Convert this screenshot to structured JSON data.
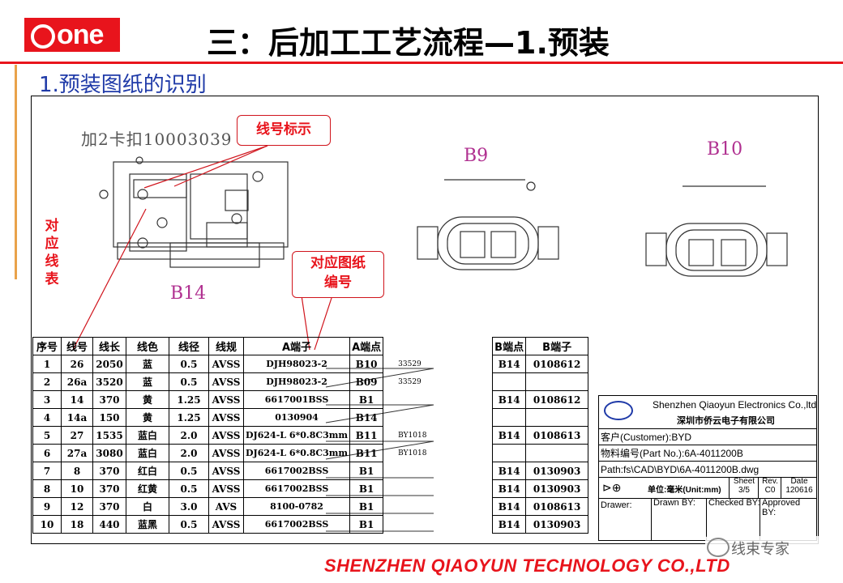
{
  "header": {
    "logo_text": "one",
    "title": "三：后加工工艺流程—1.预装",
    "subtitle": "1.预装图纸的识别"
  },
  "drawing": {
    "part_note": "加2卡扣10003039",
    "connectors": [
      {
        "label": "B14"
      },
      {
        "label": "B9"
      },
      {
        "label": "B10"
      }
    ],
    "callouts": {
      "wire_mark": "线号标示",
      "drawing_number": "对应图纸\n编号",
      "wire_table": "对应线表"
    }
  },
  "wire_table": {
    "headers": [
      "序号",
      "线号",
      "线长",
      "线色",
      "线径",
      "线规",
      "A端子",
      "A端点",
      "",
      "B端点",
      "B端子"
    ],
    "rows": [
      {
        "seq": "1",
        "wire": "26",
        "length": "2050",
        "color": "蓝",
        "gauge": "0.5",
        "type": "AVSS",
        "a_term": "DJH98023-2",
        "a_pt": "B10",
        "mid": "33529",
        "b_pt": "B14",
        "b_term": "0108612"
      },
      {
        "seq": "2",
        "wire": "26a",
        "length": "3520",
        "color": "蓝",
        "gauge": "0.5",
        "type": "AVSS",
        "a_term": "DJH98023-2",
        "a_pt": "B09",
        "mid": "33529",
        "b_pt": "",
        "b_term": ""
      },
      {
        "seq": "3",
        "wire": "14",
        "length": "370",
        "color": "黄",
        "gauge": "1.25",
        "type": "AVSS",
        "a_term": "6617001BSS",
        "a_pt": "B1",
        "mid": "",
        "b_pt": "B14",
        "b_term": "0108612"
      },
      {
        "seq": "4",
        "wire": "14a",
        "length": "150",
        "color": "黄",
        "gauge": "1.25",
        "type": "AVSS",
        "a_term": "0130904",
        "a_pt": "B14",
        "mid": "",
        "b_pt": "",
        "b_term": ""
      },
      {
        "seq": "5",
        "wire": "27",
        "length": "1535",
        "color": "蓝白",
        "gauge": "2.0",
        "type": "AVSS",
        "a_term": "DJ624-L 6*0.8C3mm",
        "a_pt": "B11",
        "mid": "BY1018",
        "b_pt": "B14",
        "b_term": "0108613"
      },
      {
        "seq": "6",
        "wire": "27a",
        "length": "3080",
        "color": "蓝白",
        "gauge": "2.0",
        "type": "AVSS",
        "a_term": "DJ624-L 6*0.8C3mm",
        "a_pt": "B11",
        "mid": "BY1018",
        "b_pt": "",
        "b_term": ""
      },
      {
        "seq": "7",
        "wire": "8",
        "length": "370",
        "color": "红白",
        "gauge": "0.5",
        "type": "AVSS",
        "a_term": "6617002BSS",
        "a_pt": "B1",
        "mid": "",
        "b_pt": "B14",
        "b_term": "0130903"
      },
      {
        "seq": "8",
        "wire": "10",
        "length": "370",
        "color": "红黄",
        "gauge": "0.5",
        "type": "AVSS",
        "a_term": "6617002BSS",
        "a_pt": "B1",
        "mid": "",
        "b_pt": "B14",
        "b_term": "0130903"
      },
      {
        "seq": "9",
        "wire": "12",
        "length": "370",
        "color": "白",
        "gauge": "3.0",
        "type": "AVS",
        "a_term": "8100-0782",
        "a_pt": "B1",
        "mid": "",
        "b_pt": "B14",
        "b_term": "0108613"
      },
      {
        "seq": "10",
        "wire": "18",
        "length": "440",
        "color": "蓝黑",
        "gauge": "0.5",
        "type": "AVSS",
        "a_term": "6617002BSS",
        "a_pt": "B1",
        "mid": "",
        "b_pt": "B14",
        "b_term": "0130903"
      }
    ]
  },
  "title_block": {
    "company_en": "Shenzhen Qiaoyun Electronics Co.,ltd",
    "company_cn": "深圳市侨云电子有限公司",
    "customer": "客户(Customer):BYD",
    "part_no": "物料编号(Part No.):6A-4011200B",
    "path": "Path:fs\\CAD\\BYD\\6A-4011200B.dwg",
    "unit": "单位:毫米(Unit:mm)",
    "sheet_label": "Sheet",
    "sheet": "3/5",
    "rev_label": "Rev.",
    "rev": "C0",
    "date_label": "Date",
    "date": "120616",
    "drawer": "Drawer:",
    "drawn_by": "Drawn BY:",
    "checked_by": "Checked BY:",
    "approved_by": "Approved BY:"
  },
  "footer": {
    "company": "SHENZHEN QIAOYUN TECHNOLOGY CO.,LTD",
    "watermark": "线束专家"
  },
  "colors": {
    "brand_red": "#e8141c",
    "subtitle_blue": "#1f3aa8",
    "connector_label": "#b03090"
  }
}
